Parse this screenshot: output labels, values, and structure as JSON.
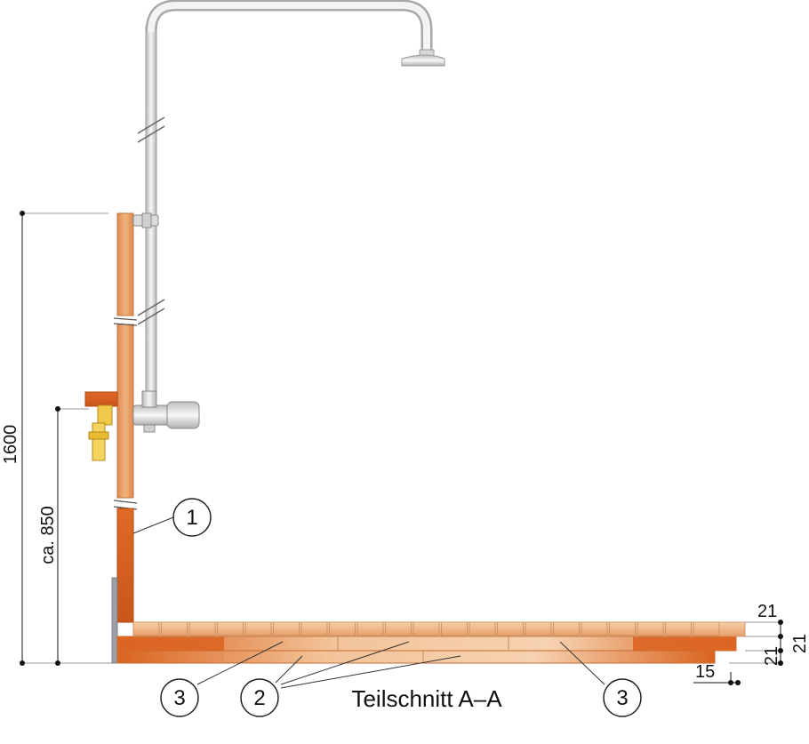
{
  "dimensions": {
    "height_total": "1600",
    "height_mixer": "ca. 850",
    "layer_a": "21",
    "layer_b": "21",
    "layer_c": "21",
    "gap": "15"
  },
  "callouts": {
    "c1": "1",
    "c2": "2",
    "c3_left": "3",
    "c3_right": "3"
  },
  "caption": "Teilschnitt A–A",
  "colors": {
    "wall_light": "#e8a572",
    "wall_dark": "#d85f1f",
    "tile": "#f0b787",
    "pipe": "#e9e9e9",
    "brass": "#f1c94a"
  }
}
